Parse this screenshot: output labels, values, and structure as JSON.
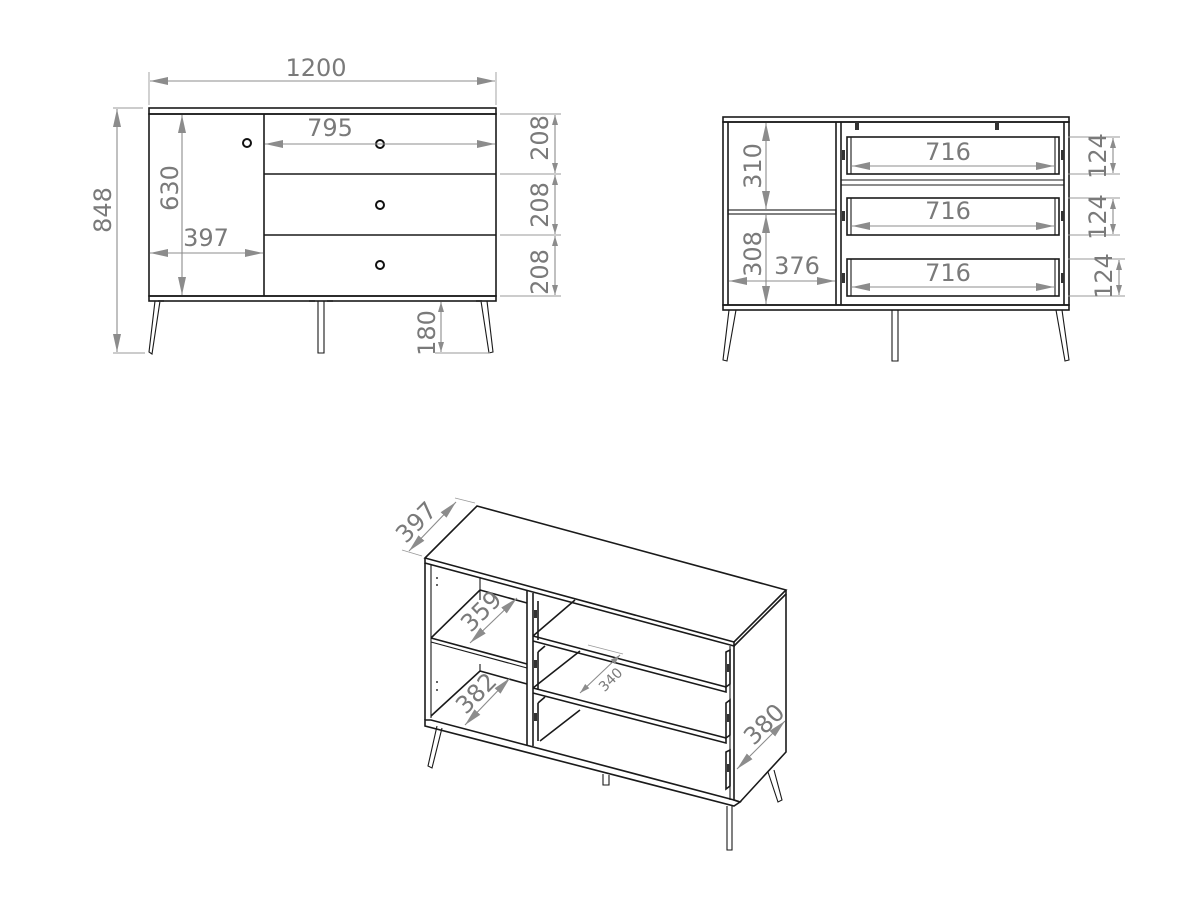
{
  "drawing": {
    "units": "mm",
    "colors": {
      "outline": "#1a1a1a",
      "dimension": "#8c8c8c",
      "background": "#ffffff"
    }
  },
  "front_view": {
    "overall_width": "1200",
    "overall_height": "848",
    "door_height": "630",
    "door_width": "397",
    "drawer_width": "795",
    "drawer_heights": [
      "208",
      "208",
      "208"
    ],
    "leg_height": "180"
  },
  "open_view": {
    "upper_compartment_height": "310",
    "lower_compartment_height": "308",
    "compartment_width": "376",
    "drawer_inner_widths": [
      "716",
      "716",
      "716"
    ],
    "drawer_inner_heights": [
      "124",
      "124",
      "124"
    ]
  },
  "iso_view": {
    "top_depth": "397",
    "upper_shelf_depth": "359",
    "lower_shelf_depth": "382",
    "drawer_depth": "340",
    "side_depth": "380"
  }
}
